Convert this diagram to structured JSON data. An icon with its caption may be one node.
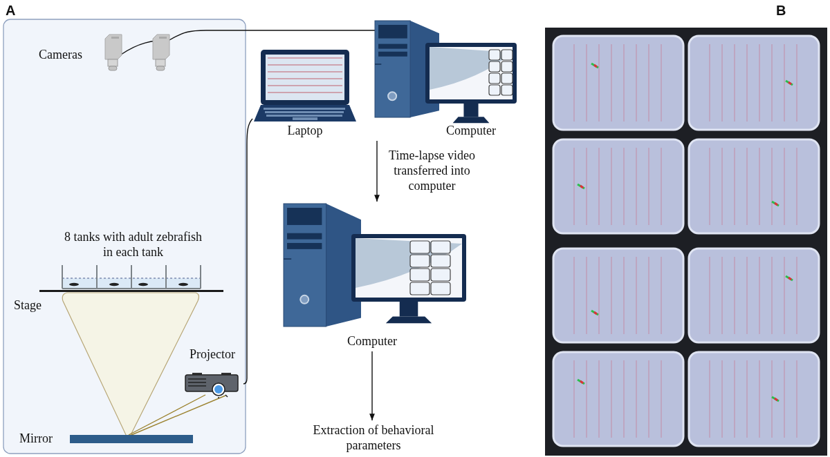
{
  "diagram": {
    "nodes": [
      {
        "text": [
          "Cameras"
        ]
      },
      {
        "text": [
          "Laptop"
        ]
      },
      {
        "text": [
          "Computer"
        ]
      },
      {
        "text": [
          "Computer"
        ]
      },
      {
        "text": [
          "Extraction of behavioral parameters"
        ]
      },
      {
        "text": [
          "8 tanks with adult zebrafish in each tank"
        ]
      },
      {
        "text": [
          "Projector"
        ]
      }
    ],
    "edges": [
      {
        "from": 0,
        "to": 2,
        "arrow": "none"
      },
      {
        "from": 1,
        "to": 6,
        "arrow": "none"
      },
      {
        "from": 2,
        "to": 3,
        "arrow": "to",
        "label": "Time-lapse video transferred into computer"
      },
      {
        "from": 3,
        "to": 4,
        "arrow": "to"
      }
    ],
    "labels": [
      "A",
      "B",
      "Stage",
      "Mirror"
    ]
  }
}
